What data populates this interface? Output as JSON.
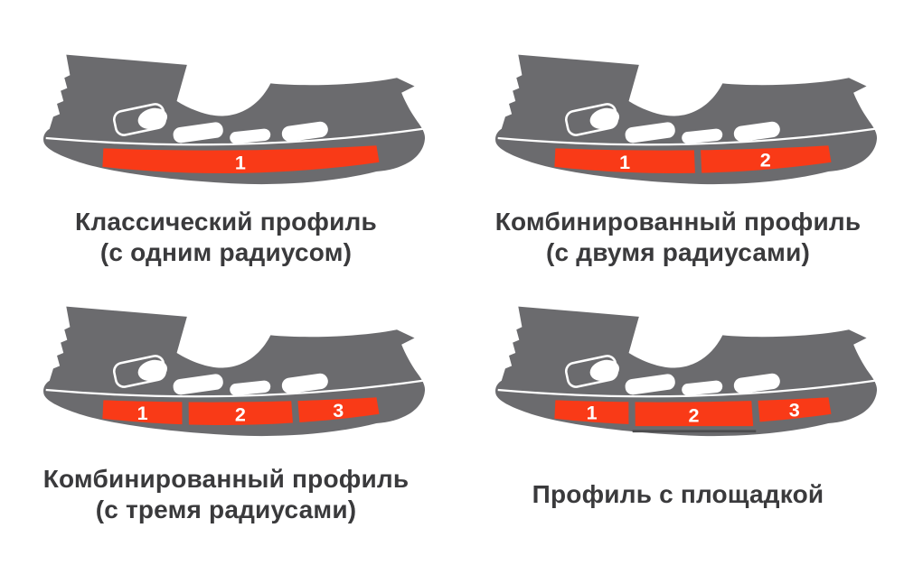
{
  "page": {
    "background": "#ffffff"
  },
  "colors": {
    "body_gray": "#6b6b6e",
    "blade_red": "#f93a17",
    "caption_text": "#3a3a3c",
    "segment_divider": "#ffffff",
    "platform_line": "#4c4c4e"
  },
  "panels": [
    {
      "id": "classic-profile",
      "caption_line1": "Классический профиль",
      "caption_line2": "(с одним радиусом)",
      "segments": [
        {
          "label": "1",
          "start": 0,
          "end": 1
        }
      ]
    },
    {
      "id": "combined-two-radius",
      "caption_line1": "Комбинированный профиль",
      "caption_line2": "(с двумя радиусами)",
      "segments": [
        {
          "label": "1",
          "start": 0,
          "end": 0.52
        },
        {
          "label": "2",
          "start": 0.52,
          "end": 1
        }
      ]
    },
    {
      "id": "combined-three-radius",
      "caption_line1": "Комбинированный профиль",
      "caption_line2": "(с тремя радиусами)",
      "segments": [
        {
          "label": "1",
          "start": 0,
          "end": 0.3
        },
        {
          "label": "2",
          "start": 0.3,
          "end": 0.7
        },
        {
          "label": "3",
          "start": 0.7,
          "end": 1
        }
      ]
    },
    {
      "id": "platform-profile",
      "caption_line1": "Профиль с площадкой",
      "caption_line2": "",
      "segments": [
        {
          "label": "1",
          "start": 0,
          "end": 0.28
        },
        {
          "label": "2",
          "start": 0.28,
          "end": 0.73,
          "flat": true,
          "underline": true
        },
        {
          "label": "3",
          "start": 0.73,
          "end": 1
        }
      ]
    }
  ]
}
